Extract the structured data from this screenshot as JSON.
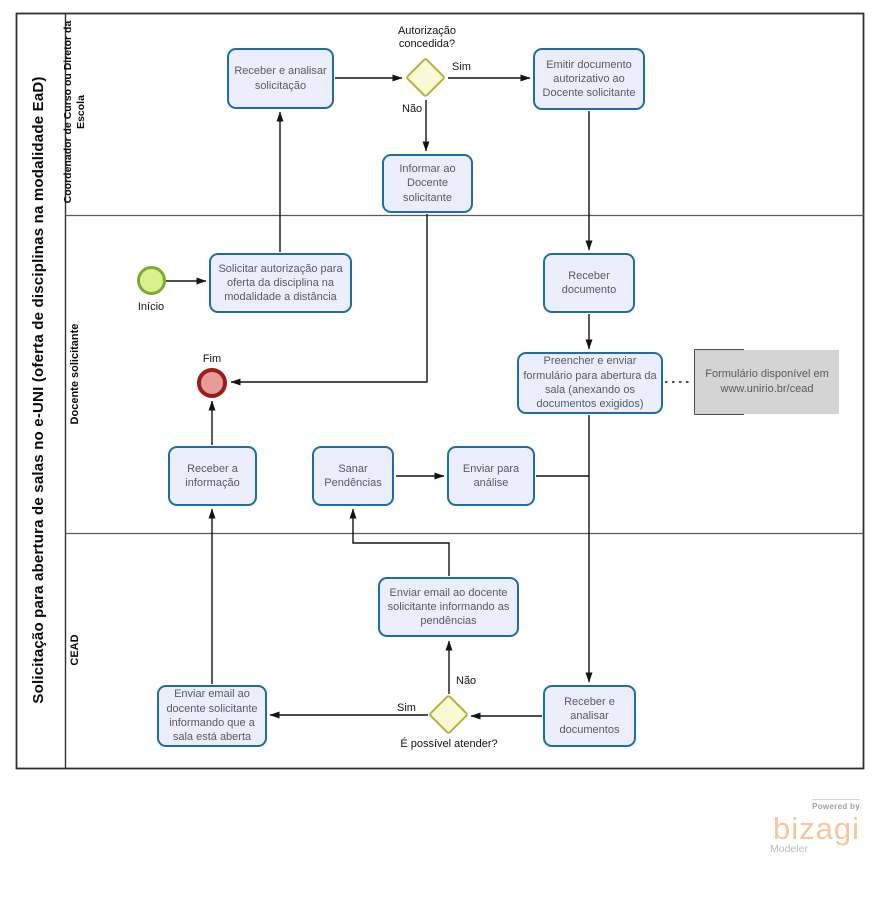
{
  "diagram": {
    "pool_title": "Solicitação para abertura de salas no e-UNI (oferta de disciplinas na modalidade EaD)",
    "lanes": [
      {
        "label": "Coordenador de Curso ou Diretor da Escola"
      },
      {
        "label": "Docente  solicitante"
      },
      {
        "label": "CEAD"
      }
    ]
  },
  "nodes": {
    "inicio": {
      "type": "start-event",
      "label": "Início"
    },
    "solicitar_autorizacao": {
      "type": "task",
      "label": "Solicitar autorização para oferta da disciplina na modalidade a distância"
    },
    "receber_analisar_solicitacao": {
      "type": "task",
      "label": "Receber  e analisar solicitação"
    },
    "gw_autorizacao": {
      "type": "gateway",
      "label": "Autorização concedida?"
    },
    "emitir_documento": {
      "type": "task",
      "label": "Emitir documento autorizativo ao Docente solicitante"
    },
    "informar_docente": {
      "type": "task",
      "label": "Informar ao Docente solicitante"
    },
    "receber_documento": {
      "type": "task",
      "label": "Receber documento"
    },
    "preencher_formulario": {
      "type": "task",
      "label": "Preencher e enviar formulário para abertura da sala (anexando os documentos exigidos)"
    },
    "fim": {
      "type": "end-event",
      "label": "Fim"
    },
    "receber_informacao": {
      "type": "task",
      "label": "Receber a informação"
    },
    "sanar_pendencias": {
      "type": "task",
      "label": "Sanar Pendências"
    },
    "enviar_analise": {
      "type": "task",
      "label": "Enviar para análise"
    },
    "enviar_email_pendencias": {
      "type": "task",
      "label": "Enviar email ao docente solicitante informando as pendências"
    },
    "gw_possivel_atender": {
      "type": "gateway",
      "label": "É possível atender?"
    },
    "receber_analisar_documentos": {
      "type": "task",
      "label": "Receber e analisar documentos"
    },
    "enviar_email_sala_aberta": {
      "type": "task",
      "label": "Enviar email ao docente solicitante informando que a sala está aberta"
    }
  },
  "flow_labels": {
    "sim_autorizacao": "Sim",
    "nao_autorizacao": "Não",
    "sim_atender": "Sim",
    "nao_atender": "Não"
  },
  "annotation": {
    "label": "Formulário disponível em www.unirio.br/cead"
  },
  "logo": {
    "powered_by": "Powered by",
    "brand": "bizagi",
    "product": "Modeler"
  },
  "colors": {
    "task_fill": "#eceffb",
    "task_border": "#1c6ea4",
    "gateway_fill": "#f9f9d5",
    "gateway_border": "#b3b33c",
    "start_fill": "#d9f18c",
    "start_border": "#7cab32",
    "end_fill": "#e79c9a",
    "end_border": "#9c1d1a",
    "annotation_fill": "#d4d4d4",
    "connector": "#141414",
    "logo_brand": "#f6c79b"
  }
}
